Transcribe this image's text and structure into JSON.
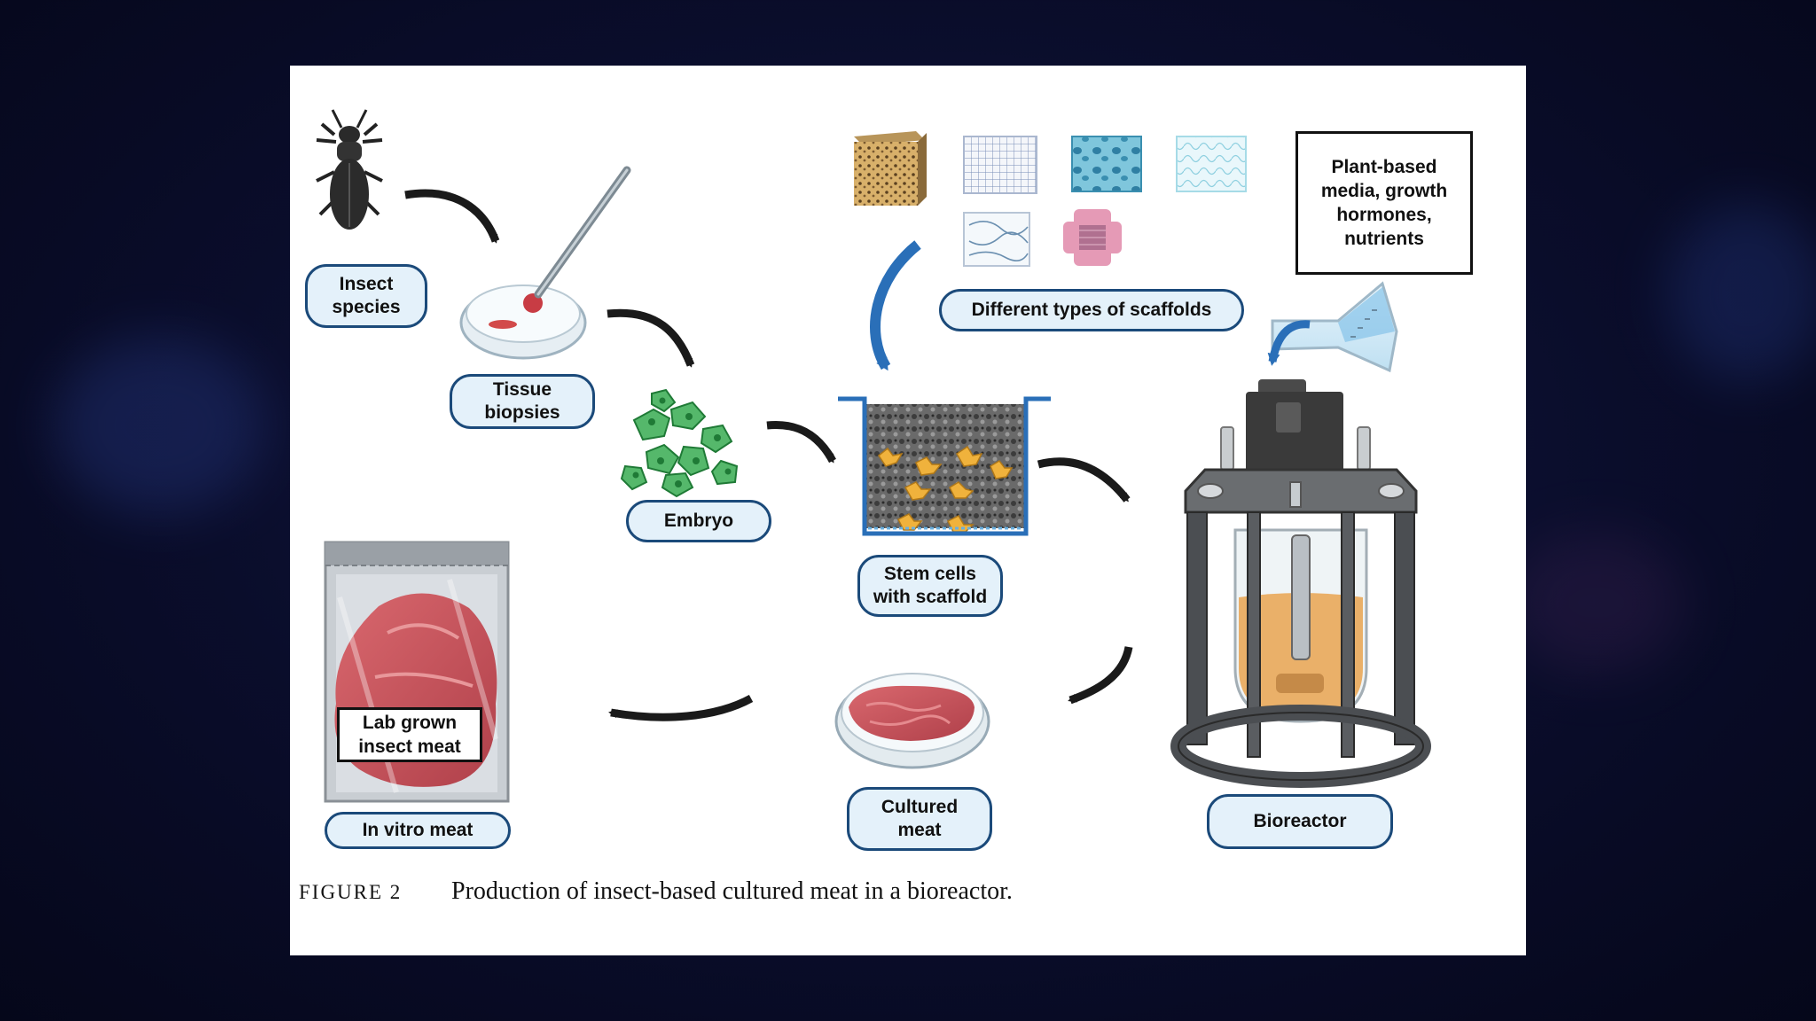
{
  "diagram": {
    "labels": {
      "insect_species": "Insect\nspecies",
      "tissue_biopsies": "Tissue\nbiopsies",
      "embryo": "Embryo",
      "scaffolds": "Different types of scaffolds",
      "stem_cells": "Stem cells\nwith scaffold",
      "media": "Plant-based\nmedia, growth\nhormones,\nnutrients",
      "bioreactor": "Bioreactor",
      "cultured_meat": "Cultured\nmeat",
      "lab_grown": "Lab grown\ninsect meat",
      "in_vitro": "In vitro meat"
    },
    "colors": {
      "pill_fill": "#e4f1fa",
      "pill_border": "#1b4a7a",
      "arrow": "#1a1a1a",
      "blue_arrow": "#2a6fb8",
      "meat": "#c9545c",
      "cells": "#3aa85a",
      "medium": "#e9a95a"
    }
  },
  "caption": {
    "label": "FIGURE 2",
    "text": "Production of insect-based cultured meat in a bioreactor."
  }
}
